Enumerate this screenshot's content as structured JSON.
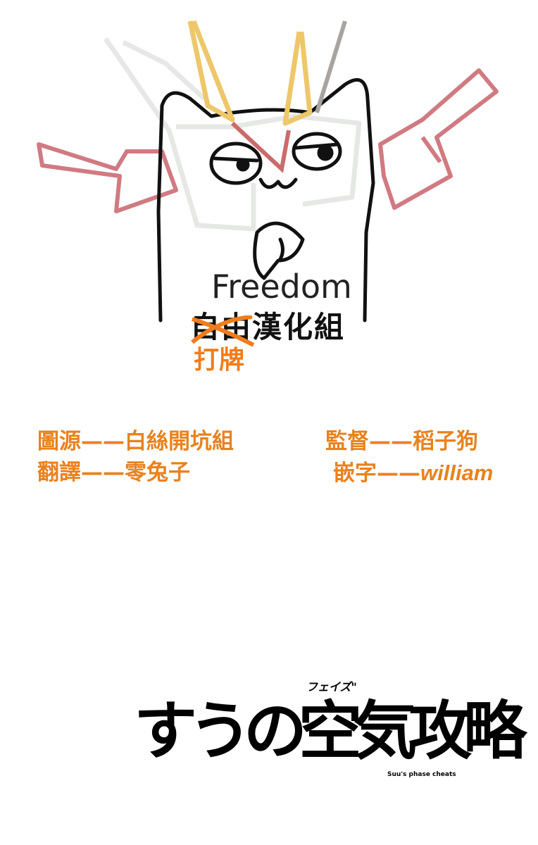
{
  "watermark": {
    "name_en": "Freedom",
    "name_struck": "自由",
    "name_rest": "漢化組",
    "replacement": "打牌"
  },
  "credits": [
    {
      "role": "圖源",
      "sep": "——",
      "name": "白絲開坑組"
    },
    {
      "role": "監督",
      "sep": "——",
      "name": "稻子狗"
    },
    {
      "role": "翻譯",
      "sep": "——",
      "name": "零兔子"
    },
    {
      "role": "嵌字",
      "sep": "——",
      "name": "william"
    }
  ],
  "logo": {
    "title": "すうの空気攻略",
    "ruby": "フェイズ\"",
    "subtitle": "Suu's phase cheats"
  },
  "colors": {
    "accent": "#e8821e",
    "strike": "#f07c1c"
  }
}
